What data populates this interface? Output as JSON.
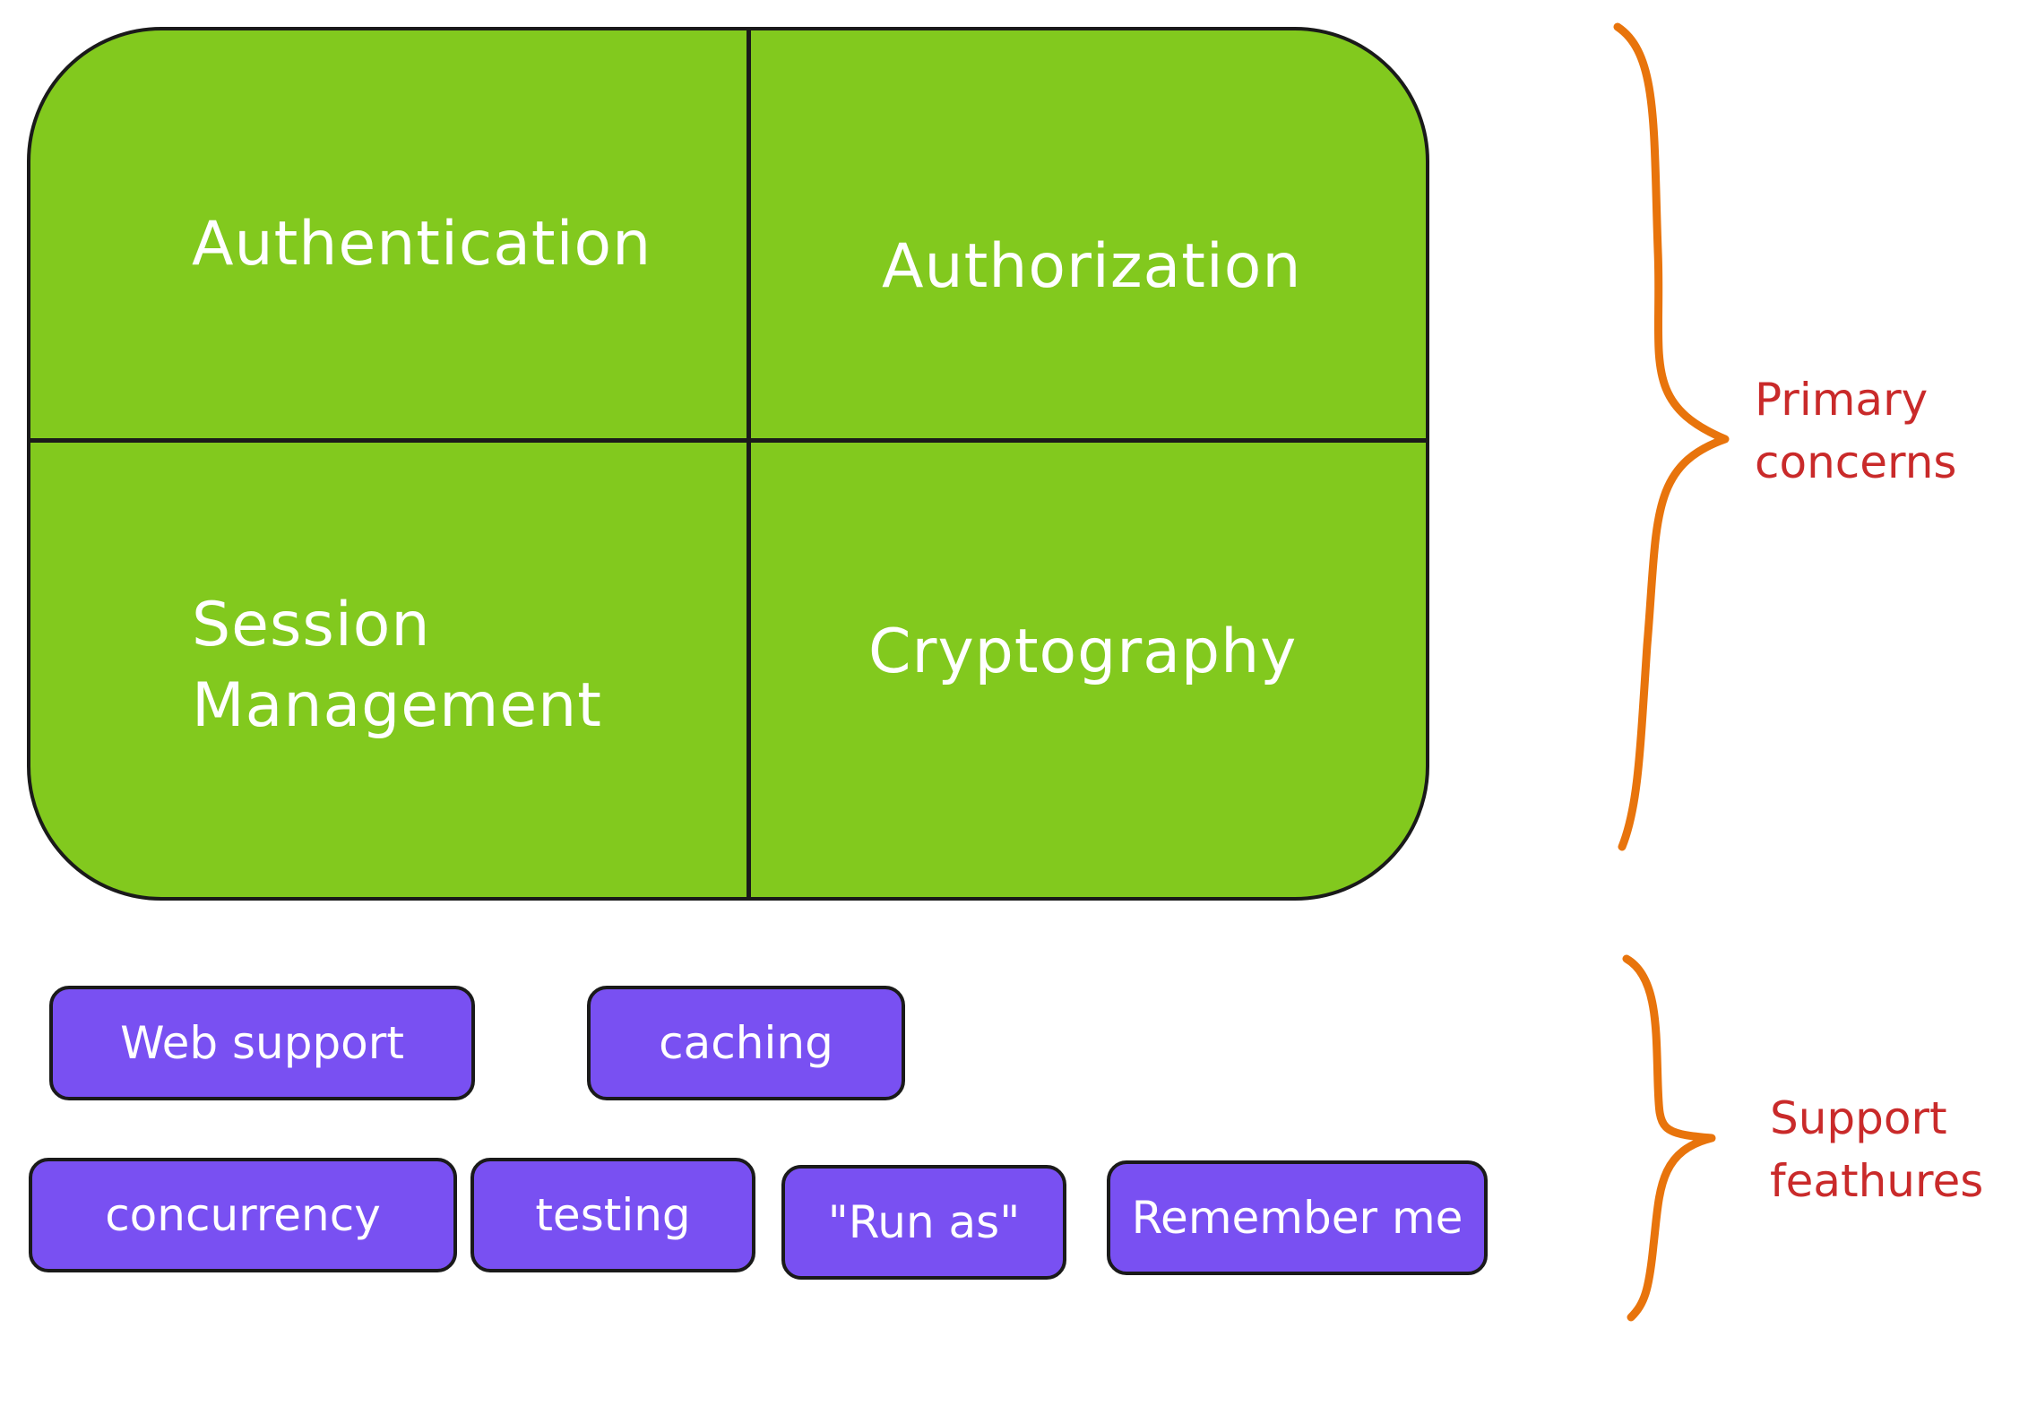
{
  "colors": {
    "primary_fill": "#82c91e",
    "support_fill": "#7950f2",
    "outline": "#1a1a1a",
    "brace": "#e8740c",
    "annotation": "#c92a2a",
    "label_text": "#ffffff"
  },
  "primary": {
    "quadrants": {
      "top_left": "Authentication",
      "top_right": "Authorization",
      "bottom_left_line1": "Session",
      "bottom_left_line2": "Management",
      "bottom_right": "Cryptography"
    },
    "annotation_line1": "Primary",
    "annotation_line2": "concerns",
    "brace_icon": "curly-brace-icon"
  },
  "support": {
    "chips": {
      "web_support": "Web support",
      "caching": "caching",
      "concurrency": "concurrency",
      "testing": "testing",
      "run_as": "\"Run as\"",
      "remember_me": "Remember me"
    },
    "annotation_line1": "Support",
    "annotation_line2": "feathures",
    "brace_icon": "curly-brace-icon"
  }
}
